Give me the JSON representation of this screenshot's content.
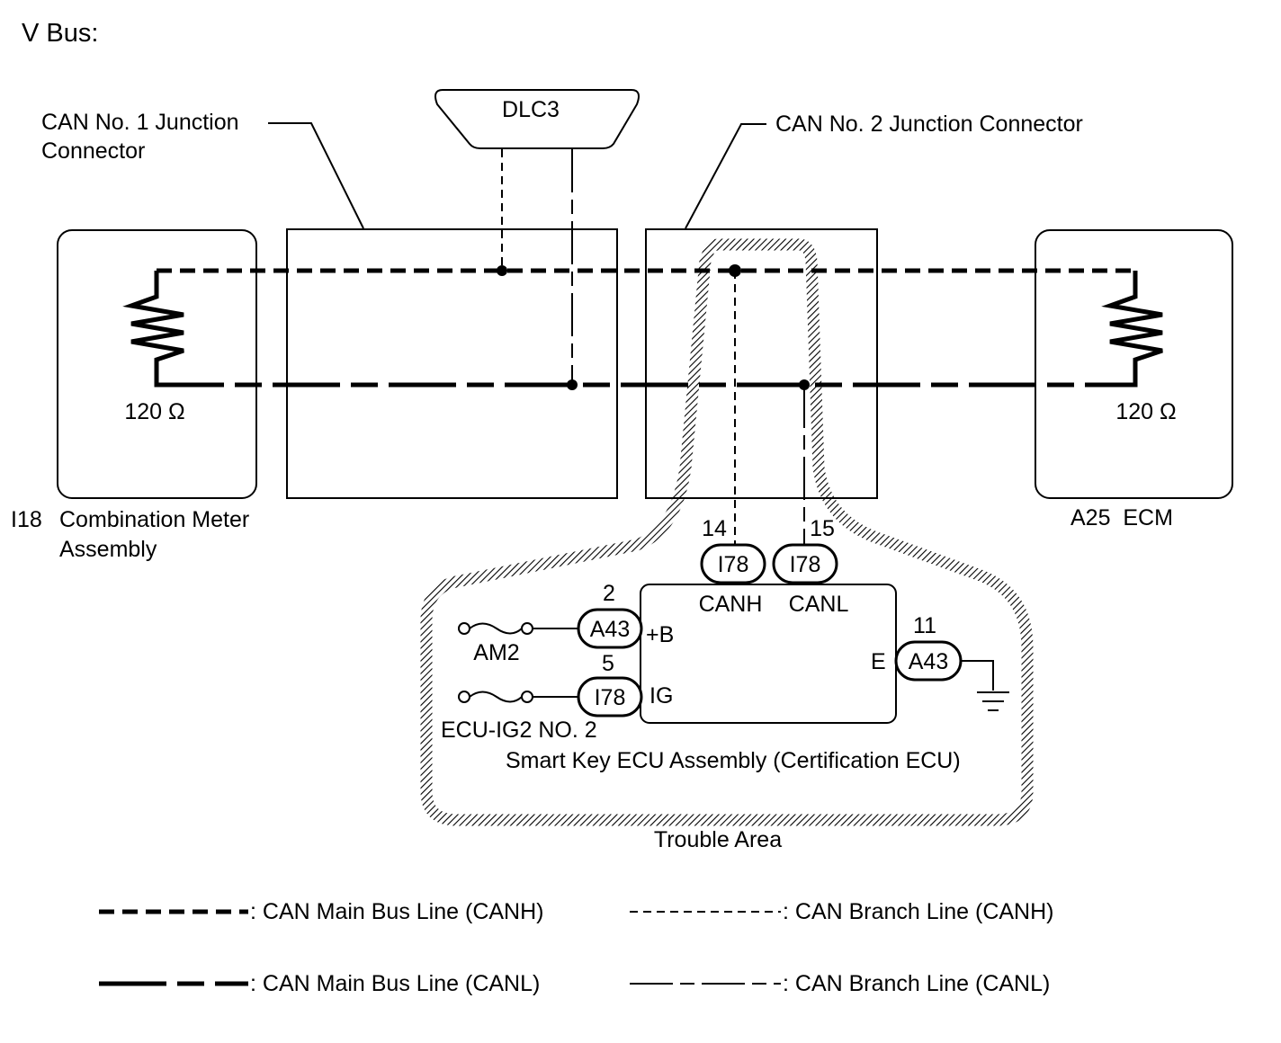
{
  "title": "V Bus:",
  "junction1": {
    "line1": "CAN No. 1 Junction",
    "line2": "Connector"
  },
  "junction2": {
    "label": "CAN No. 2 Junction Connector"
  },
  "dlc3": "DLC3",
  "meter": {
    "code": "I18",
    "line1": "Combination Meter",
    "line2": "Assembly",
    "resistor": "120 Ω"
  },
  "ecm": {
    "label": "A25  ECM",
    "resistor": "120 Ω"
  },
  "smart_key": {
    "label": "Smart Key ECU Assembly (Certification ECU)",
    "canh_pin": "14",
    "canh_conn": "I78",
    "canh_label": "CANH",
    "canl_pin": "15",
    "canl_conn": "I78",
    "canl_label": "CANL",
    "b_pin": "2",
    "b_conn": "A43",
    "b_label": "+B",
    "b_fuse": "AM2",
    "ig_pin": "5",
    "ig_conn": "I78",
    "ig_label": "IG",
    "ig_fuse": "ECU-IG2 NO. 2",
    "e_pin": "11",
    "e_conn": "A43",
    "e_label": "E"
  },
  "trouble_area": "Trouble Area",
  "legend": {
    "main_canh": ": CAN Main Bus Line (CANH)",
    "branch_canh": ": CAN Branch Line (CANH)",
    "main_canl": ": CAN Main Bus Line (CANL)",
    "branch_canl": ": CAN Branch Line (CANL)"
  }
}
